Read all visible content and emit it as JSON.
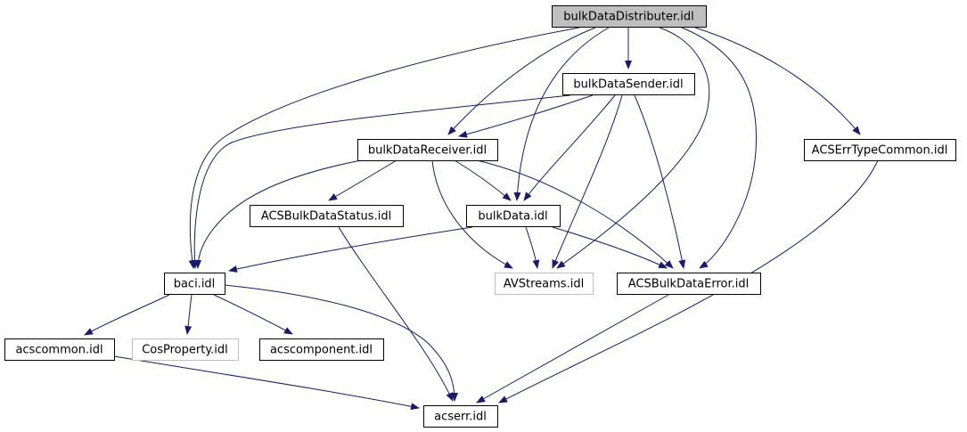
{
  "diagram": {
    "edge_color": "#191970",
    "root_fill": "#bfbfbf",
    "external_border": "#bfbfbf",
    "nodes": [
      {
        "id": "bulkDataDistributer",
        "label": "bulkDataDistributer.idl",
        "style": "root"
      },
      {
        "id": "bulkDataSender",
        "label": "bulkDataSender.idl",
        "style": "normal"
      },
      {
        "id": "bulkDataReceiver",
        "label": "bulkDataReceiver.idl",
        "style": "normal"
      },
      {
        "id": "ACSErrTypeCommon",
        "label": "ACSErrTypeCommon.idl",
        "style": "normal"
      },
      {
        "id": "ACSBulkDataStatus",
        "label": "ACSBulkDataStatus.idl",
        "style": "normal"
      },
      {
        "id": "bulkData",
        "label": "bulkData.idl",
        "style": "normal"
      },
      {
        "id": "baci",
        "label": "baci.idl",
        "style": "normal"
      },
      {
        "id": "AVStreams",
        "label": "AVStreams.idl",
        "style": "external"
      },
      {
        "id": "ACSBulkDataError",
        "label": "ACSBulkDataError.idl",
        "style": "normal"
      },
      {
        "id": "acscommon",
        "label": "acscommon.idl",
        "style": "normal"
      },
      {
        "id": "CosProperty",
        "label": "CosProperty.idl",
        "style": "external"
      },
      {
        "id": "acscomponent",
        "label": "acscomponent.idl",
        "style": "normal"
      },
      {
        "id": "acserr",
        "label": "acserr.idl",
        "style": "normal"
      }
    ],
    "edges": [
      {
        "from": "bulkDataDistributer",
        "to": "bulkDataSender"
      },
      {
        "from": "bulkDataDistributer",
        "to": "bulkDataReceiver"
      },
      {
        "from": "bulkDataDistributer",
        "to": "baci"
      },
      {
        "from": "bulkDataDistributer",
        "to": "bulkData"
      },
      {
        "from": "bulkDataDistributer",
        "to": "AVStreams"
      },
      {
        "from": "bulkDataDistributer",
        "to": "ACSBulkDataError"
      },
      {
        "from": "bulkDataDistributer",
        "to": "ACSErrTypeCommon"
      },
      {
        "from": "bulkDataSender",
        "to": "bulkDataReceiver"
      },
      {
        "from": "bulkDataSender",
        "to": "baci"
      },
      {
        "from": "bulkDataSender",
        "to": "bulkData"
      },
      {
        "from": "bulkDataSender",
        "to": "AVStreams"
      },
      {
        "from": "bulkDataSender",
        "to": "ACSBulkDataError"
      },
      {
        "from": "bulkDataReceiver",
        "to": "baci"
      },
      {
        "from": "bulkDataReceiver",
        "to": "ACSBulkDataStatus"
      },
      {
        "from": "bulkDataReceiver",
        "to": "bulkData"
      },
      {
        "from": "bulkDataReceiver",
        "to": "AVStreams"
      },
      {
        "from": "bulkDataReceiver",
        "to": "ACSBulkDataError"
      },
      {
        "from": "ACSErrTypeCommon",
        "to": "acserr"
      },
      {
        "from": "ACSBulkDataStatus",
        "to": "acserr"
      },
      {
        "from": "bulkData",
        "to": "baci"
      },
      {
        "from": "bulkData",
        "to": "AVStreams"
      },
      {
        "from": "bulkData",
        "to": "ACSBulkDataError"
      },
      {
        "from": "baci",
        "to": "acscommon"
      },
      {
        "from": "baci",
        "to": "CosProperty"
      },
      {
        "from": "baci",
        "to": "acscomponent"
      },
      {
        "from": "baci",
        "to": "acserr"
      },
      {
        "from": "ACSBulkDataError",
        "to": "acserr"
      },
      {
        "from": "acscommon",
        "to": "acserr"
      }
    ]
  }
}
